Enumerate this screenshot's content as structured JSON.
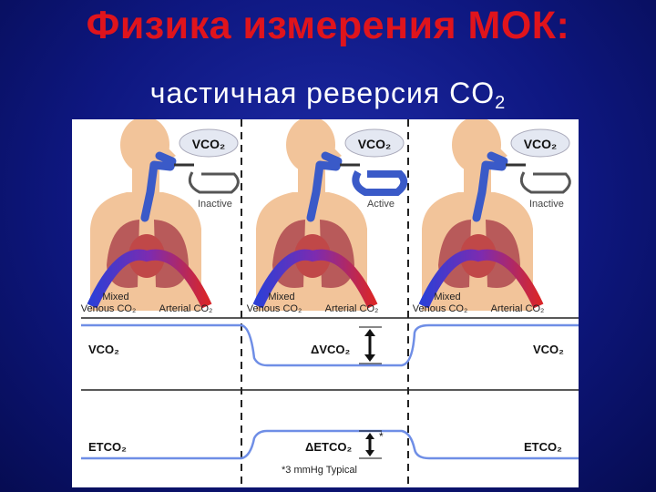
{
  "title": "Физика измерения МОК:",
  "subtitle": {
    "text": "частичная реверсия CO",
    "sub": "2"
  },
  "panels": [
    {
      "state": "Inactive",
      "cloud": "VCO₂"
    },
    {
      "state": "Active",
      "cloud": "VCO₂"
    },
    {
      "state": "Inactive",
      "cloud": "VCO₂"
    }
  ],
  "labels": {
    "mixed": "Mixed",
    "venous": "Venous CO₂",
    "arterial": "Arterial CO₂"
  },
  "graph_vco2": {
    "left": "VCO₂",
    "delta": "ΔVCO₂",
    "right": "VCO₂"
  },
  "graph_etco2": {
    "left": "ETCO₂",
    "delta": "ΔETCO₂",
    "star": "*",
    "right": "ETCO₂"
  },
  "footnote": "*3 mmHg Typical",
  "colors": {
    "title": "#e0141c",
    "skin": "#f2c49a",
    "lung": "#b85a5a",
    "airway": "#3a5ac8",
    "venous": "#2d3fd6",
    "arterial": "#d8262a",
    "trace": "#6f8ee6"
  }
}
